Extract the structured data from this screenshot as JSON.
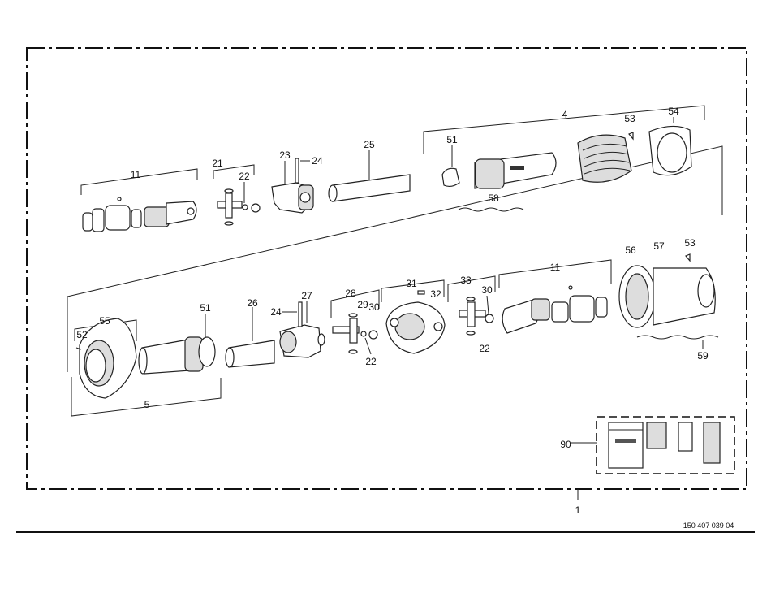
{
  "document_number": "150 407 039 04",
  "callouts": {
    "assembly": "1",
    "top_row": {
      "p11": "11",
      "p21": "21",
      "p22": "22",
      "p23": "23",
      "p24": "24",
      "p25": "25",
      "p4": "4",
      "p51": "51",
      "p53": "53",
      "p54": "54",
      "p58": "58"
    },
    "bottom_row": {
      "p55": "55",
      "p52": "52",
      "p51": "51",
      "p26": "26",
      "p24": "24",
      "p27": "27",
      "p28": "28",
      "p29": "29",
      "p30a": "30",
      "p22a": "22",
      "p31": "31",
      "p32": "32",
      "p33": "33",
      "p30b": "30",
      "p22b": "22",
      "p11": "11",
      "p56": "56",
      "p57": "57",
      "p53": "53",
      "p59": "59",
      "p5": "5"
    },
    "labels_kit": "90"
  }
}
